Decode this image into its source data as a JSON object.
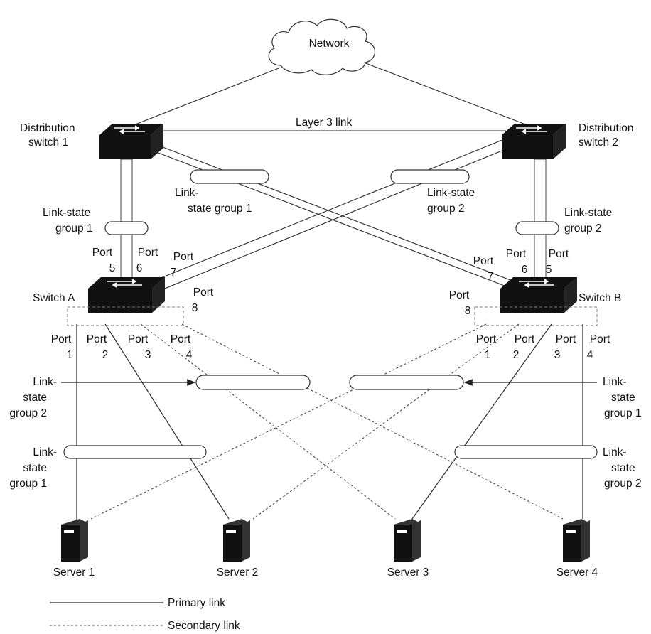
{
  "network": {
    "label": "Network"
  },
  "layer3": {
    "label": "Layer 3 link"
  },
  "dist1": {
    "line1": "Distribution",
    "line2": "switch 1"
  },
  "dist2": {
    "line1": "Distribution",
    "line2": "switch 2"
  },
  "switchA": {
    "label": "Switch A"
  },
  "switchB": {
    "label": "Switch B"
  },
  "lsg": {
    "upper_left_mid": {
      "line1": "Link-",
      "line2": "state group 1"
    },
    "upper_right_mid": {
      "line1": "Link-state",
      "line2": "group 2"
    },
    "upper_left_side": {
      "line1": "Link-state",
      "line2": "group 1"
    },
    "upper_right_side": {
      "line1": "Link-state",
      "line2": "group 2"
    },
    "lower_left_arrow": {
      "line1": "Link-",
      "line2": "state",
      "line3": "group 2"
    },
    "lower_right_arrow": {
      "line1": "Link-",
      "line2": "state",
      "line3": "group 1"
    },
    "lower_left_side": {
      "line1": "Link-",
      "line2": "state",
      "line3": "group 1"
    },
    "lower_right_side": {
      "line1": "Link-",
      "line2": "state",
      "line3": "group 2"
    }
  },
  "ports": {
    "word": "Port",
    "a_up": [
      "5",
      "6",
      "7",
      "8"
    ],
    "b_up": [
      "7",
      "6",
      "5",
      "8"
    ],
    "a_down": [
      "1",
      "2",
      "3",
      "4"
    ],
    "b_down": [
      "1",
      "2",
      "3",
      "4"
    ]
  },
  "servers": [
    "Server 1",
    "Server 2",
    "Server 3",
    "Server 4"
  ],
  "legend": {
    "primary": "Primary link",
    "secondary": "Secondary link"
  },
  "colors": {
    "switch_body": "#111111",
    "line": "#2a2a2a",
    "dashed": "#4a4a4a"
  }
}
